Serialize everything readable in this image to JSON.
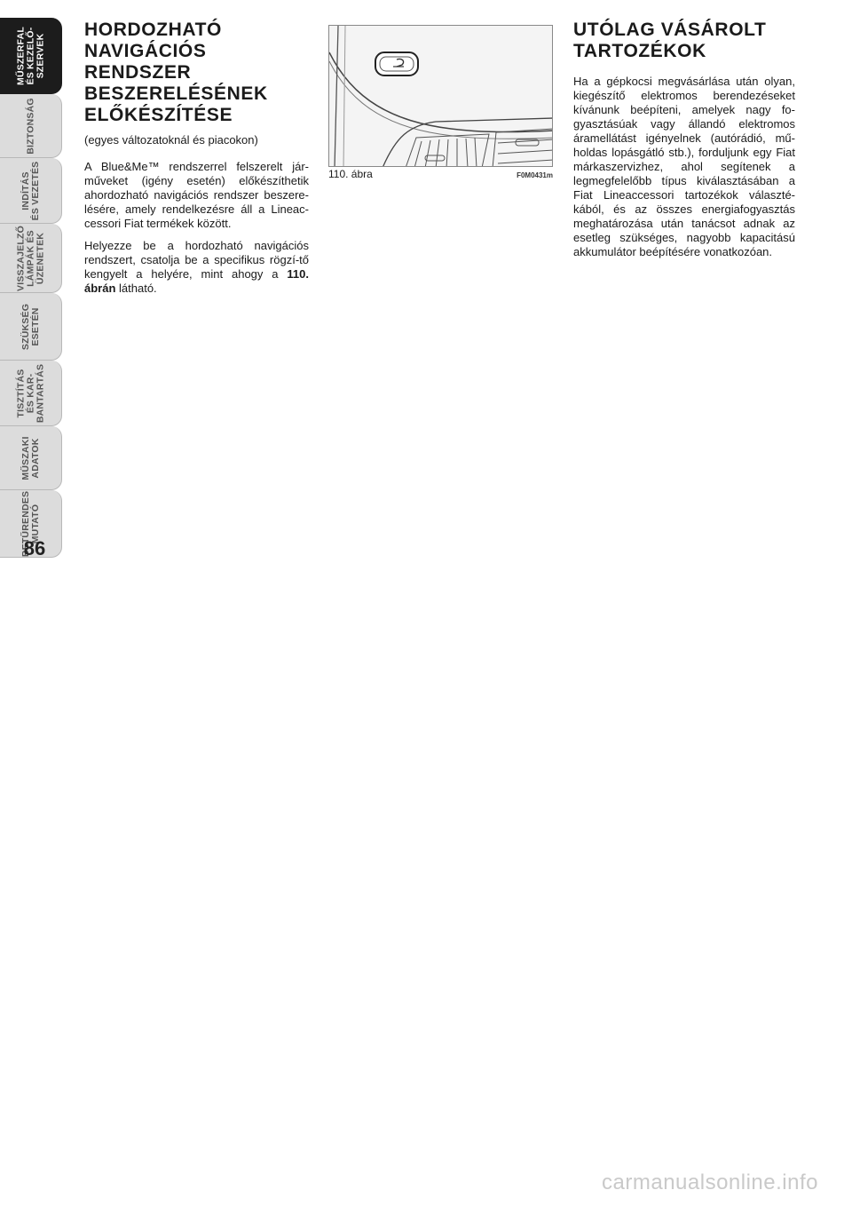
{
  "sidebar": {
    "tabs": [
      {
        "label": "MŰSZERFAL\nÉS KEZELŐ-\nSZERVEK",
        "active": true
      },
      {
        "label": "BIZTONSÁG",
        "active": false
      },
      {
        "label": "INDÍTÁS\nÉS VEZETÉS",
        "active": false
      },
      {
        "label": "VISSZAJELZŐ\nLÁMPÁK ÉS\nÜZENETEK",
        "active": false
      },
      {
        "label": "SZÜKSÉG\nESETÉN",
        "active": false
      },
      {
        "label": "TISZTÍTÁS\nÉS KAR-\nBANTARTÁS",
        "active": false
      },
      {
        "label": "MŰSZAKI\nADATOK",
        "active": false
      },
      {
        "label": "BETŰRENDES\nMUTATÓ",
        "active": false
      }
    ]
  },
  "page_number": "86",
  "section1": {
    "title": "HORDOZHATÓ NAVIGÁCIÓS RENDSZER BESZERELÉSÉNEK ELŐKÉSZÍTÉSE",
    "subtitle": "(egyes változatoknál és piacokon)",
    "para1": "A Blue&Me™ rendszerrel felszerelt jár-műveket (igény esetén) előkészíthetik ahordozható navigációs rendszer beszere-lésére, amely rendelkezésre áll a Lineac-cessori Fiat termékek között.",
    "para2_before": "Helyezze be a hordozható navigációs rendszert, csatolja be a specifikus rögzí-tő kengyelt a helyére, mint ahogy a ",
    "para2_ref": "110. ábrán",
    "para2_after": " látható."
  },
  "figure": {
    "caption": "110. ábra",
    "code": "F0M0431m"
  },
  "section2": {
    "title": "UTÓLAG VÁSÁROLT TARTOZÉKOK",
    "para1": "Ha a gépkocsi megvásárlása után olyan, kiegészítő elektromos berendezéseket kívánunk beépíteni, amelyek nagy fo-gyasztásúak vagy állandó elektromos áramellátást igényelnek (autórádió, mű-holdas lopásgátló stb.), forduljunk egy Fiat márkaszervizhez, ahol segítenek a legmegfelelőbb típus kiválasztásában a Fiat Lineaccessori tartozékok választé-kából, és az összes energiafogyasztás meghatározása után tanácsot adnak az esetleg szükséges, nagyobb kapacitású akkumulátor beépítésére vonatkozóan."
  },
  "watermark": "carmanualsonline.info"
}
